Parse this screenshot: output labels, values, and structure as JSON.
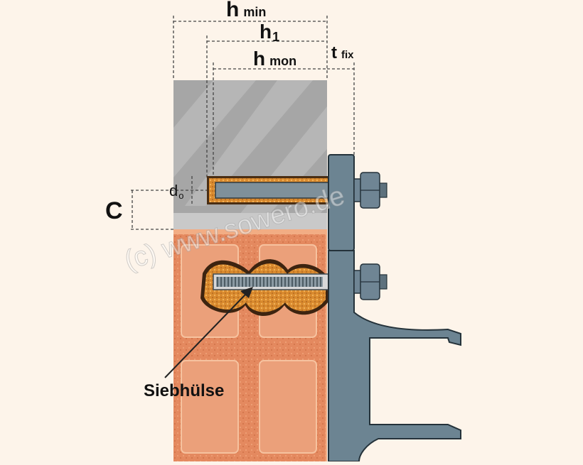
{
  "labels": {
    "h_min": {
      "main": "h",
      "sub": "min"
    },
    "h1": {
      "main": "h",
      "sub": "1"
    },
    "h_mon": {
      "main": "h",
      "sub": "mon"
    },
    "t_fix": {
      "main": "t",
      "sub": "fix"
    },
    "d0": {
      "main": "d",
      "sub": "o"
    },
    "c": "C",
    "siebhuelse": "Siebhülse"
  },
  "watermark": "(c) www.sowero.de",
  "colors": {
    "background": "#fdf4ea",
    "concrete": "#a9a9a9",
    "brick": "#e0825a",
    "mortar": "#f3b080",
    "metal": "#6f8896",
    "anchor_fill": "#e39a3a",
    "dimension_line": "#444444"
  }
}
